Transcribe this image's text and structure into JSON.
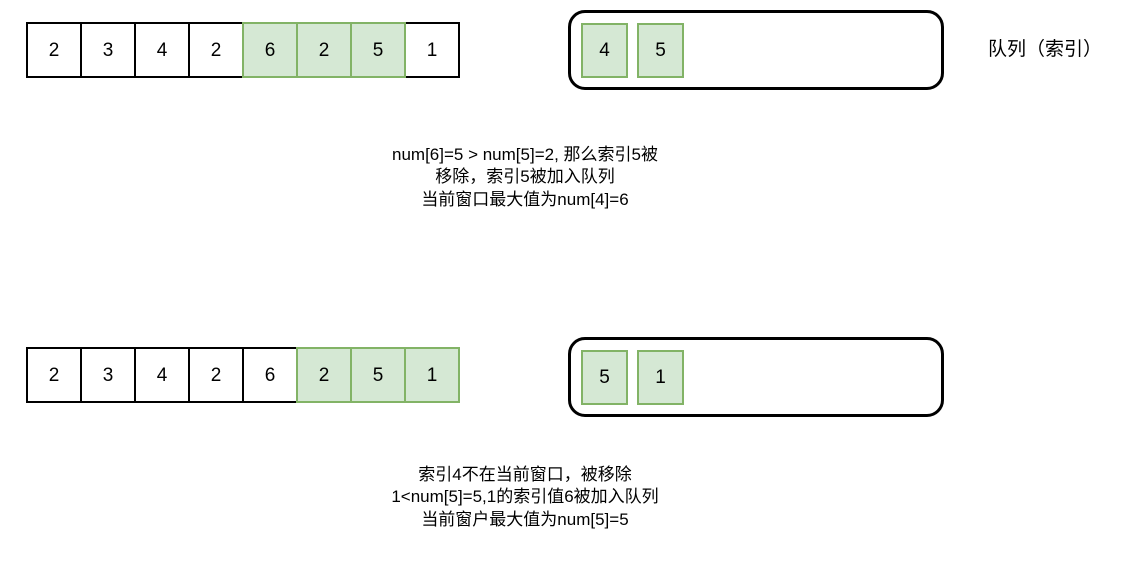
{
  "diagram": {
    "title": "",
    "colors": {
      "highlight_fill": "#d5e8d4",
      "highlight_stroke": "#82b366",
      "cell_stroke": "#000000",
      "background": "#ffffff",
      "text": "#000000"
    },
    "side_label": "队列（索引）",
    "steps": [
      {
        "id": "step-1",
        "array": {
          "values": [
            "2",
            "3",
            "4",
            "2",
            "6",
            "2",
            "5",
            "1"
          ],
          "highlighted": [
            false,
            false,
            false,
            false,
            true,
            true,
            true,
            false
          ],
          "window_start_index": 4,
          "window_end_index": 6
        },
        "queue": {
          "values": [
            "4",
            "5"
          ]
        },
        "caption_lines": [
          "num[6]=5  > num[5]=2, 那么索引5被",
          "移除，索引5被加入队列",
          "当前窗口最大值为num[4]=6"
        ]
      },
      {
        "id": "step-2",
        "array": {
          "values": [
            "2",
            "3",
            "4",
            "2",
            "6",
            "2",
            "5",
            "1"
          ],
          "highlighted": [
            false,
            false,
            false,
            false,
            false,
            true,
            true,
            true
          ],
          "window_start_index": 5,
          "window_end_index": 7
        },
        "queue": {
          "values": [
            "5",
            "1"
          ]
        },
        "caption_lines": [
          "索引4不在当前窗口，被移除",
          "1<num[5]=5,1的索引值6被加入队列",
          "当前窗户最大值为num[5]=5"
        ]
      }
    ]
  }
}
